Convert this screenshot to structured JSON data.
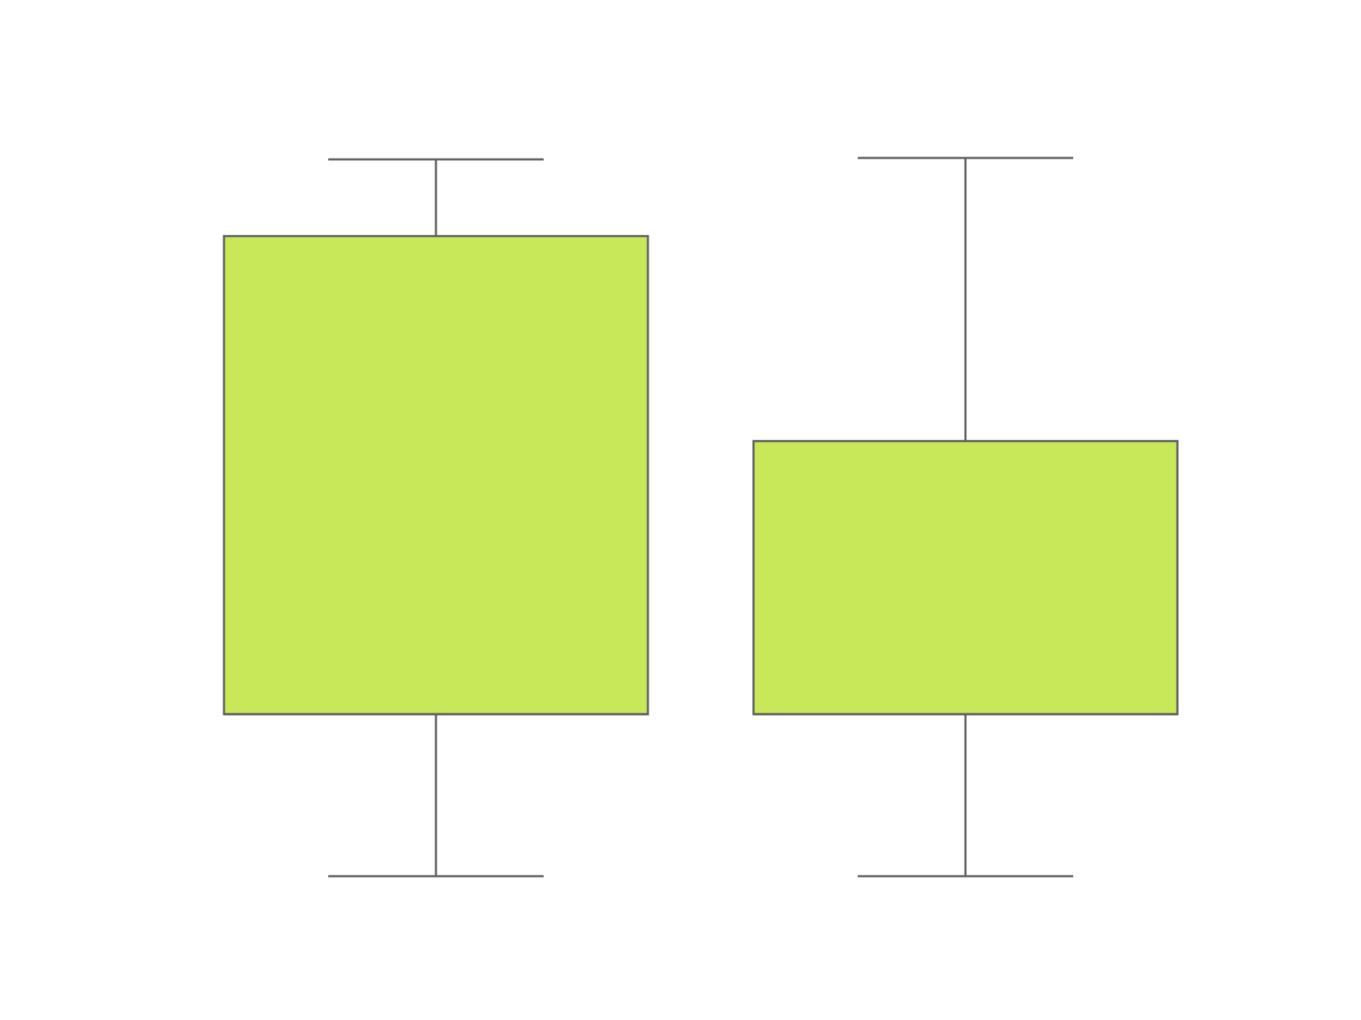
{
  "chart_data": {
    "type": "box",
    "title": "",
    "xlabel": "",
    "ylabel": "",
    "axes_visible": false,
    "grid": false,
    "ylim": [
      0,
      100
    ],
    "categories": [
      "",
      ""
    ],
    "boxes": [
      {
        "whisker_low": 0,
        "q1": 22.6,
        "median": 22.6,
        "q3": 89.3,
        "whisker_high": 100
      },
      {
        "whisker_low": 0,
        "q1": 22.6,
        "median": 22.6,
        "q3": 60.7,
        "whisker_high": 100.2
      }
    ],
    "colors": {
      "box_fill": "#c8e85a",
      "stroke": "#606060",
      "background": "#ffffff"
    }
  }
}
